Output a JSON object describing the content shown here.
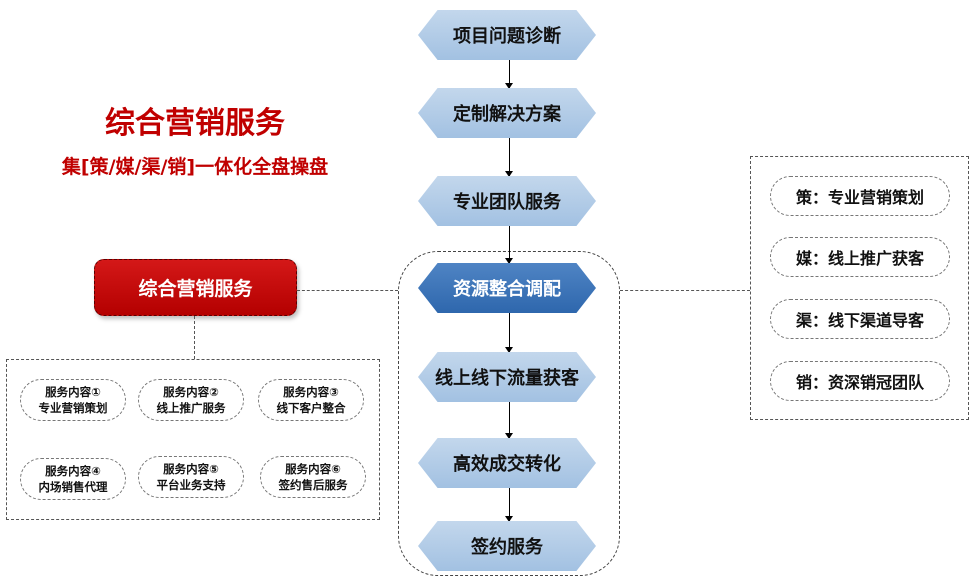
{
  "title": "综合营销服务",
  "subtitle": "集[策/媒/渠/销]一体化全盘操盘",
  "red_box_label": "综合营销服务",
  "services": [
    {
      "title": "服务内容①",
      "desc": "专业营销策划"
    },
    {
      "title": "服务内容②",
      "desc": "线上推广服务"
    },
    {
      "title": "服务内容③",
      "desc": "线下客户整合"
    },
    {
      "title": "服务内容④",
      "desc": "内场销售代理"
    },
    {
      "title": "服务内容⑤",
      "desc": "平台业务支持"
    },
    {
      "title": "服务内容⑥",
      "desc": "签约售后服务"
    }
  ],
  "steps": [
    "项目问题诊断",
    "定制解决方案",
    "专业团队服务",
    "资源整合调配",
    "线上线下流量获客",
    "高效成交转化",
    "签约服务"
  ],
  "pillars": [
    "策：专业营销策划",
    "媒：线上推广获客",
    "渠：线下渠道导客",
    "销：资深销冠团队"
  ],
  "colors": {
    "title_red": "#c00000",
    "step_light_blue": "#a9c6e5",
    "step_active_blue": "#3a72b8"
  }
}
